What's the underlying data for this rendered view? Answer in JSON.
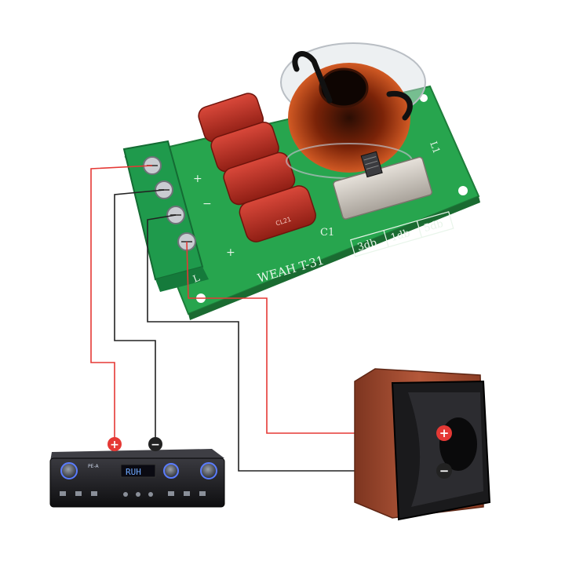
{
  "board": {
    "model_label": "WEAH  T-31",
    "cap_label": "C1",
    "coil_label": "L1",
    "terminal_labels": [
      "+",
      "−",
      "+"
    ],
    "switch_positions": [
      "3db",
      "1db",
      "5db"
    ],
    "cap_print": "CL21"
  },
  "amplifier": {
    "display_text": "RUH",
    "model_text": "PE-A"
  },
  "polarity": {
    "plus": "+",
    "minus": "−"
  },
  "colors": {
    "board": "#27a54e",
    "capacitor": "#b8291c",
    "coil": "#b33a12",
    "wire_red": "#e53935",
    "wire_black": "#222222",
    "speaker_wood": "#a04a2c",
    "amp_body": "#1c1c1f"
  }
}
